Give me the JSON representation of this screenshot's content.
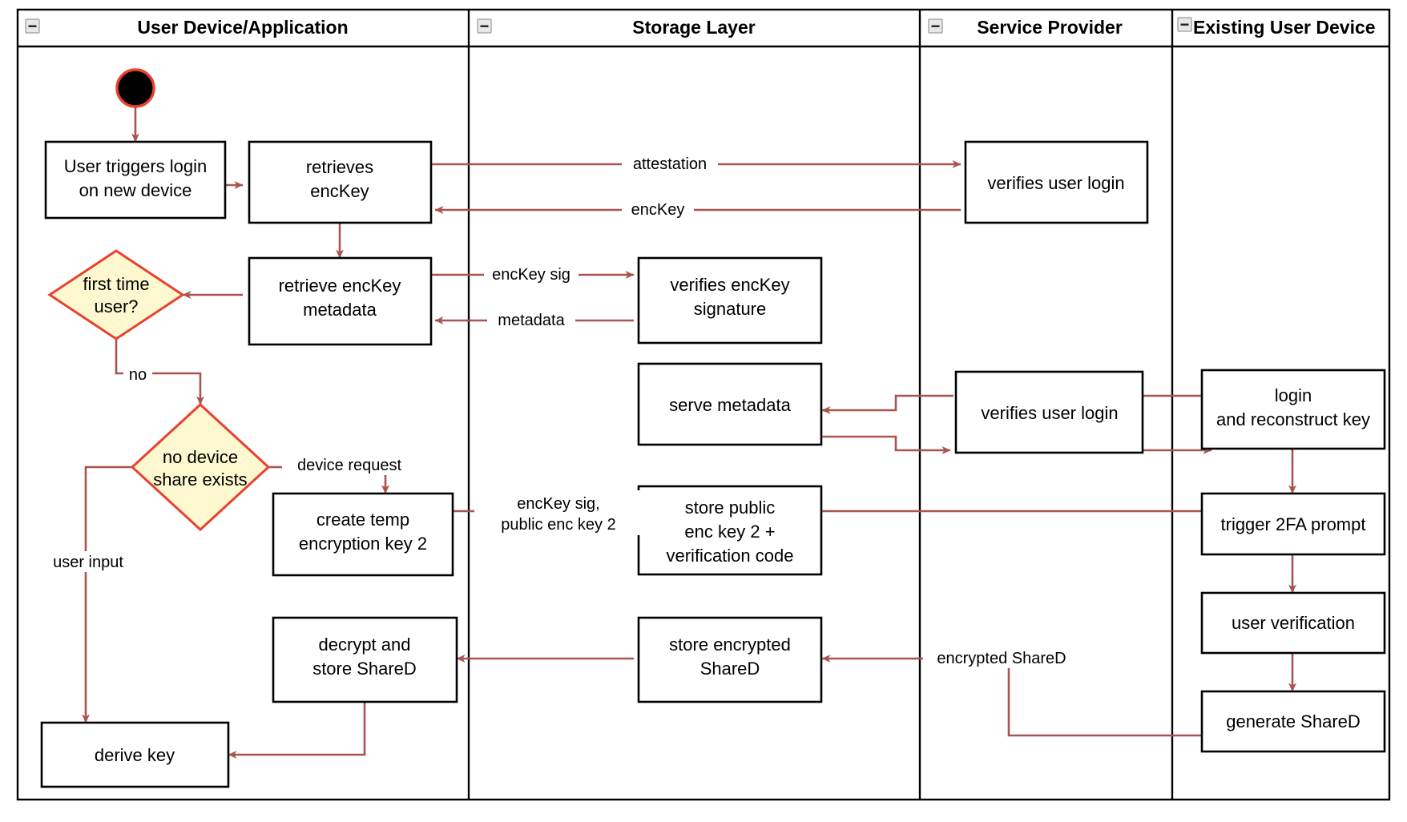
{
  "diagram": {
    "type": "uml-activity-swimlane",
    "title": "Key recovery / device onboarding activity diagram",
    "colors": {
      "edge": "#a85450",
      "decision_fill": "#fdf8cf",
      "decision_stroke": "#e8412f",
      "node_stroke": "#000000",
      "node_fill": "#ffffff",
      "start_fill": "#000000",
      "start_stroke": "#e8412f",
      "lane_stroke": "#000000"
    }
  },
  "lanes": [
    {
      "id": "lane-user-device",
      "label": "User Device/Application",
      "collapse_icon": "collapse-minus-icon"
    },
    {
      "id": "lane-storage",
      "label": "Storage Layer",
      "collapse_icon": "collapse-minus-icon"
    },
    {
      "id": "lane-service-provider",
      "label": "Service Provider",
      "collapse_icon": "collapse-minus-icon"
    },
    {
      "id": "lane-existing-device",
      "label": "Existing User Device",
      "collapse_icon": "collapse-minus-icon"
    }
  ],
  "nodes": {
    "start": {
      "name": "start-node",
      "label": ""
    },
    "n1": {
      "name": "node-user-triggers-login",
      "lines": [
        "User triggers login",
        "on new device"
      ]
    },
    "n2": {
      "name": "node-retrieves-enckey",
      "lines": [
        "retrieves",
        "encKey"
      ]
    },
    "n3": {
      "name": "node-retrieve-enckey-metadata",
      "lines": [
        "retrieve encKey",
        "metadata"
      ]
    },
    "d1": {
      "name": "decision-first-time-user",
      "lines": [
        "first time",
        "user?"
      ]
    },
    "d2": {
      "name": "decision-no-device-share-exists",
      "lines": [
        "no device",
        "share exists"
      ]
    },
    "n4": {
      "name": "node-create-temp-encryption-key-2",
      "lines": [
        "create temp",
        "encryption key 2"
      ]
    },
    "n5": {
      "name": "node-decrypt-and-store-shared",
      "lines": [
        "decrypt and",
        "store ShareD"
      ]
    },
    "n6": {
      "name": "node-derive-key",
      "lines": [
        "derive key"
      ]
    },
    "s1": {
      "name": "node-verifies-enckey-signature",
      "lines": [
        "verifies encKey",
        "signature"
      ]
    },
    "s2": {
      "name": "node-serve-metadata",
      "lines": [
        "serve metadata"
      ]
    },
    "s3": {
      "name": "node-store-public-enc-key-2",
      "lines": [
        "store public",
        "enc key 2 +",
        "verification code"
      ]
    },
    "s4": {
      "name": "node-store-encrypted-shared",
      "lines": [
        "store encrypted",
        "ShareD"
      ]
    },
    "p1": {
      "name": "node-verifies-user-login-top",
      "lines": [
        "verifies user login"
      ]
    },
    "p2": {
      "name": "node-verifies-user-login-mid",
      "lines": [
        "verifies user login"
      ]
    },
    "e1": {
      "name": "node-login-and-reconstruct-key",
      "lines": [
        "login",
        "and reconstruct key"
      ]
    },
    "e2": {
      "name": "node-trigger-2fa-prompt",
      "lines": [
        "trigger 2FA prompt"
      ]
    },
    "e3": {
      "name": "node-user-verification",
      "lines": [
        "user verification"
      ]
    },
    "e4": {
      "name": "node-generate-shared",
      "lines": [
        "generate ShareD"
      ]
    }
  },
  "edge_labels": {
    "attestation": "attestation",
    "enckey": "encKey",
    "enckey_sig": "encKey sig",
    "metadata": "metadata",
    "no": "no",
    "device_request": "device request",
    "user_input": "user input",
    "enckey_sig_pubkey_l1": "encKey sig,",
    "enckey_sig_pubkey_l2": "public enc key 2",
    "encrypted_shared": "encrypted ShareD"
  }
}
